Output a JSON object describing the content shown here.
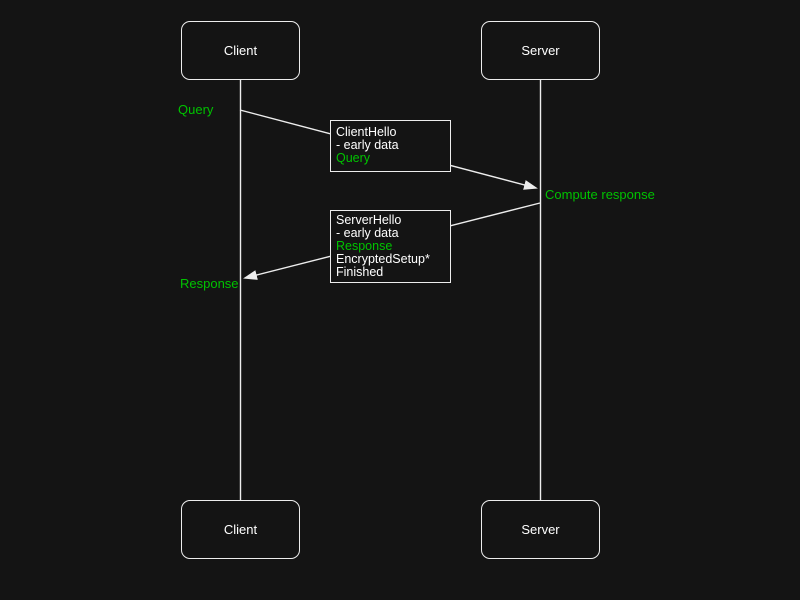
{
  "colors": {
    "background": "#141414",
    "stroke": "#ededed",
    "text": "#ffffff",
    "accent_green": "#00c200"
  },
  "actors": {
    "client": {
      "label": "Client"
    },
    "server": {
      "label": "Server"
    }
  },
  "labels": {
    "query": "Query",
    "compute_response": "Compute response",
    "response": "Response"
  },
  "messages": {
    "client_hello": {
      "lines": [
        "ClientHello",
        "- early data",
        "Query"
      ],
      "highlight_indexes": [
        2
      ]
    },
    "server_hello": {
      "lines": [
        "ServerHello",
        "- early data",
        "Response",
        "EncryptedSetup*",
        "Finished"
      ],
      "highlight_indexes": [
        2
      ]
    }
  },
  "icons": {
    "arrowhead": "filled-triangle-arrowhead"
  }
}
